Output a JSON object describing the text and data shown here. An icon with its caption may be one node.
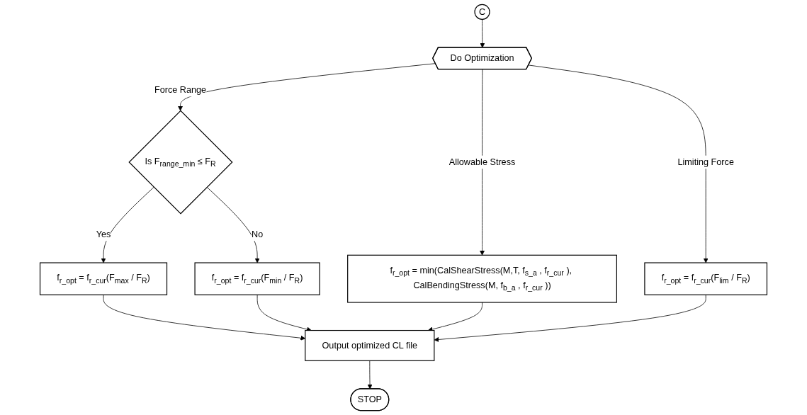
{
  "diagram": {
    "nodes": [
      {
        "text": [
          "C"
        ]
      },
      {
        "text": [
          "Do Optimization"
        ]
      },
      {
        "text": [
          "Is F$_{range_min}$ ≤ F$_{R}$"
        ]
      },
      {
        "text": [
          "f$_{r_opt}$ = f$_{r_cur}$(F$_{max}$ / F$_{R}$)"
        ]
      },
      {
        "text": [
          "f$_{r_opt}$ = f$_{r_cur}$(F$_{min}$ / F$_{R}$)"
        ]
      },
      {
        "text": [
          "f$_{r_opt}$ = f$_{r_cur}$(F$_{lim}$ / F$_{R}$)"
        ]
      },
      {
        "text": [
          "f$_{r_opt}$ = min(CalShearStress(M,T, f$_{s_a}$ , f$_{r_cur}$ ), CalBendingStress(M, f$_{b_a}$ , f$_{r_cur}$ ))"
        ]
      },
      {
        "text": [
          "Output optimized CL file"
        ]
      },
      {
        "text": [
          "STOP"
        ]
      }
    ],
    "edges": [
      {
        "from": 0,
        "to": 1,
        "arrow": "to"
      },
      {
        "from": 1,
        "to": 2,
        "arrow": "to",
        "label": "Force Range"
      },
      {
        "from": 1,
        "to": 6,
        "arrow": "to",
        "label": "Allowable Stress"
      },
      {
        "from": 1,
        "to": 5,
        "arrow": "to",
        "label": "Limiting Force"
      },
      {
        "from": 2,
        "to": 3,
        "arrow": "to",
        "label": "Yes"
      },
      {
        "from": 2,
        "to": 4,
        "arrow": "to",
        "label": "No"
      },
      {
        "from": 3,
        "to": 7,
        "arrow": "to"
      },
      {
        "from": 4,
        "to": 7,
        "arrow": "to"
      },
      {
        "from": 6,
        "to": 7,
        "arrow": "to"
      },
      {
        "from": 5,
        "to": 7,
        "arrow": "to"
      },
      {
        "from": 7,
        "to": 8,
        "arrow": "to"
      }
    ]
  }
}
